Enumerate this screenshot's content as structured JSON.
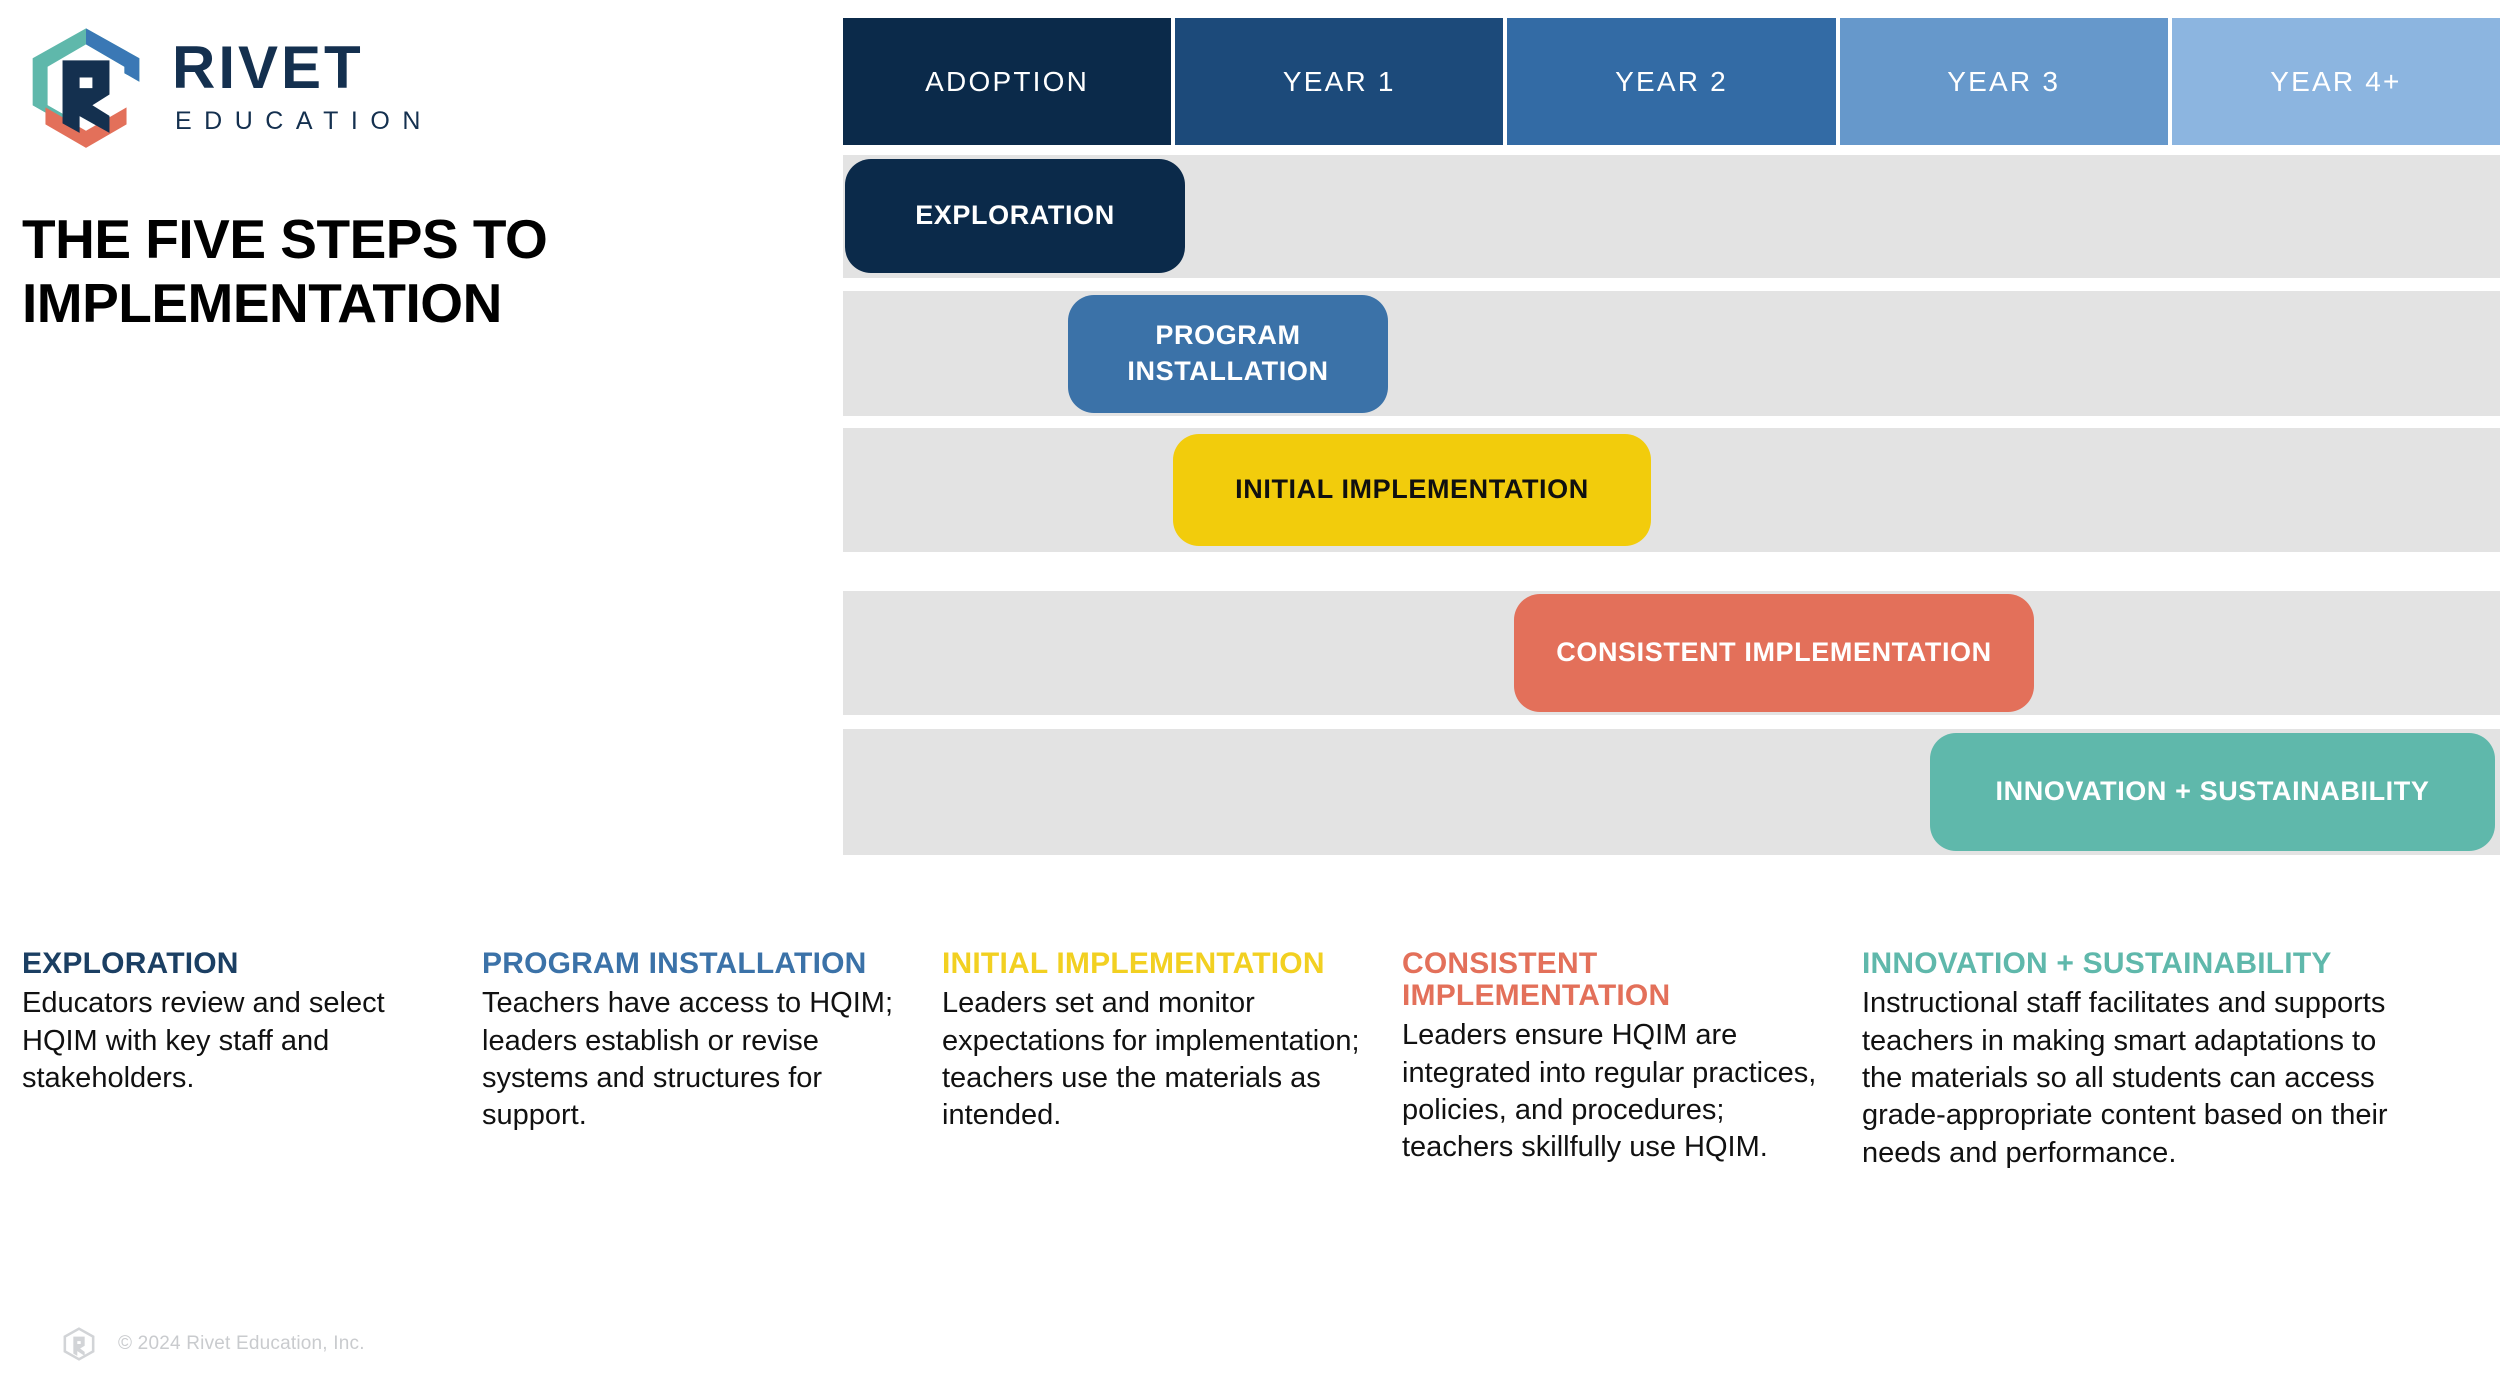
{
  "brand": {
    "logo_icon": "rivet-hexagon-logo",
    "name_primary": "RIVET",
    "name_secondary": "EDUCATION",
    "colors": {
      "navy": "#14304f",
      "teal": "#5fb8ab",
      "blue": "#3a78b5",
      "coral": "#e3705a"
    }
  },
  "page_title": "THE FIVE STEPS TO IMPLEMENTATION",
  "timeline": {
    "header": {
      "cells": [
        {
          "label": "ADOPTION",
          "color": "#0b2a4a"
        },
        {
          "label": "YEAR 1",
          "color": "#1c4a7a"
        },
        {
          "label": "YEAR 2",
          "color": "#336ba5"
        },
        {
          "label": "YEAR 3",
          "color": "#6698cb"
        },
        {
          "label": "YEAR 4+",
          "color": "#8cb5e0"
        }
      ]
    },
    "track_color": "#e3e3e3",
    "phases": [
      {
        "label": "EXPLORATION",
        "color": "#0b2a4a",
        "text_color": "#ffffff"
      },
      {
        "label": "PROGRAM INSTALLATION",
        "color": "#3b72a8",
        "text_color": "#ffffff"
      },
      {
        "label": "INITIAL IMPLEMENTATION",
        "color": "#f2cc0c",
        "text_color": "#101010"
      },
      {
        "label": "CONSISTENT IMPLEMENTATION",
        "color": "#e3705a",
        "text_color": "#ffffff"
      },
      {
        "label": "INNOVATION + SUSTAINABILITY",
        "color": "#5fb8ab",
        "text_color": "#ffffff"
      }
    ]
  },
  "descriptions": [
    {
      "heading": "EXPLORATION",
      "heading_color": "#1b3f63",
      "body": "Educators review and select HQIM with key staff and stakeholders."
    },
    {
      "heading": "PROGRAM INSTALLATION",
      "heading_color": "#3b72a8",
      "body": "Teachers have access to HQIM; leaders establish or revise systems and structures for support."
    },
    {
      "heading": "INITIAL IMPLEMENTATION",
      "heading_color": "#f2d021",
      "body": "Leaders set and monitor expectations for implementation; teachers use the materials as intended."
    },
    {
      "heading": "CONSISTENT IMPLEMENTATION",
      "heading_color": "#e3705a",
      "body": "Leaders ensure HQIM are integrated into regular practices, policies, and procedures; teachers skillfully use HQIM."
    },
    {
      "heading": "INNOVATION + SUSTAINABILITY",
      "heading_color": "#5fb8ab",
      "body": "Instructional staff facilitates and supports teachers in making smart adaptations to the materials so all students can access grade-appropriate content based on their needs and performance."
    }
  ],
  "footer": {
    "mark_icon": "rivet-hexagon-logo-small",
    "copyright": "© 2024 Rivet Education, Inc."
  }
}
